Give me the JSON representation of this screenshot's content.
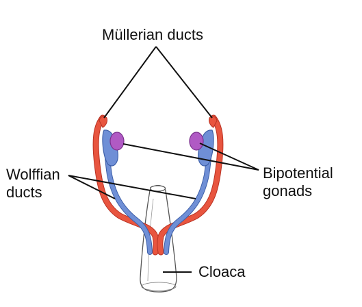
{
  "labels": {
    "mullerian": "Müllerian ducts",
    "wolffian_line1": "Wolffian",
    "wolffian_line2": "ducts",
    "gonads_line1": "Bipotential",
    "gonads_line2": "gonads",
    "cloaca": "Cloaca"
  },
  "colors": {
    "mullerian_duct": "#e8553f",
    "mullerian_duct_edge": "#b93324",
    "wolffian_duct": "#6f8fd6",
    "wolffian_duct_edge": "#3d5fa8",
    "gonad": "#b05ac4",
    "gonad_edge": "#7a2f8c",
    "cloaca_fill": "#ffffff",
    "cloaca_edge": "#555555",
    "leader_line": "#111111"
  }
}
